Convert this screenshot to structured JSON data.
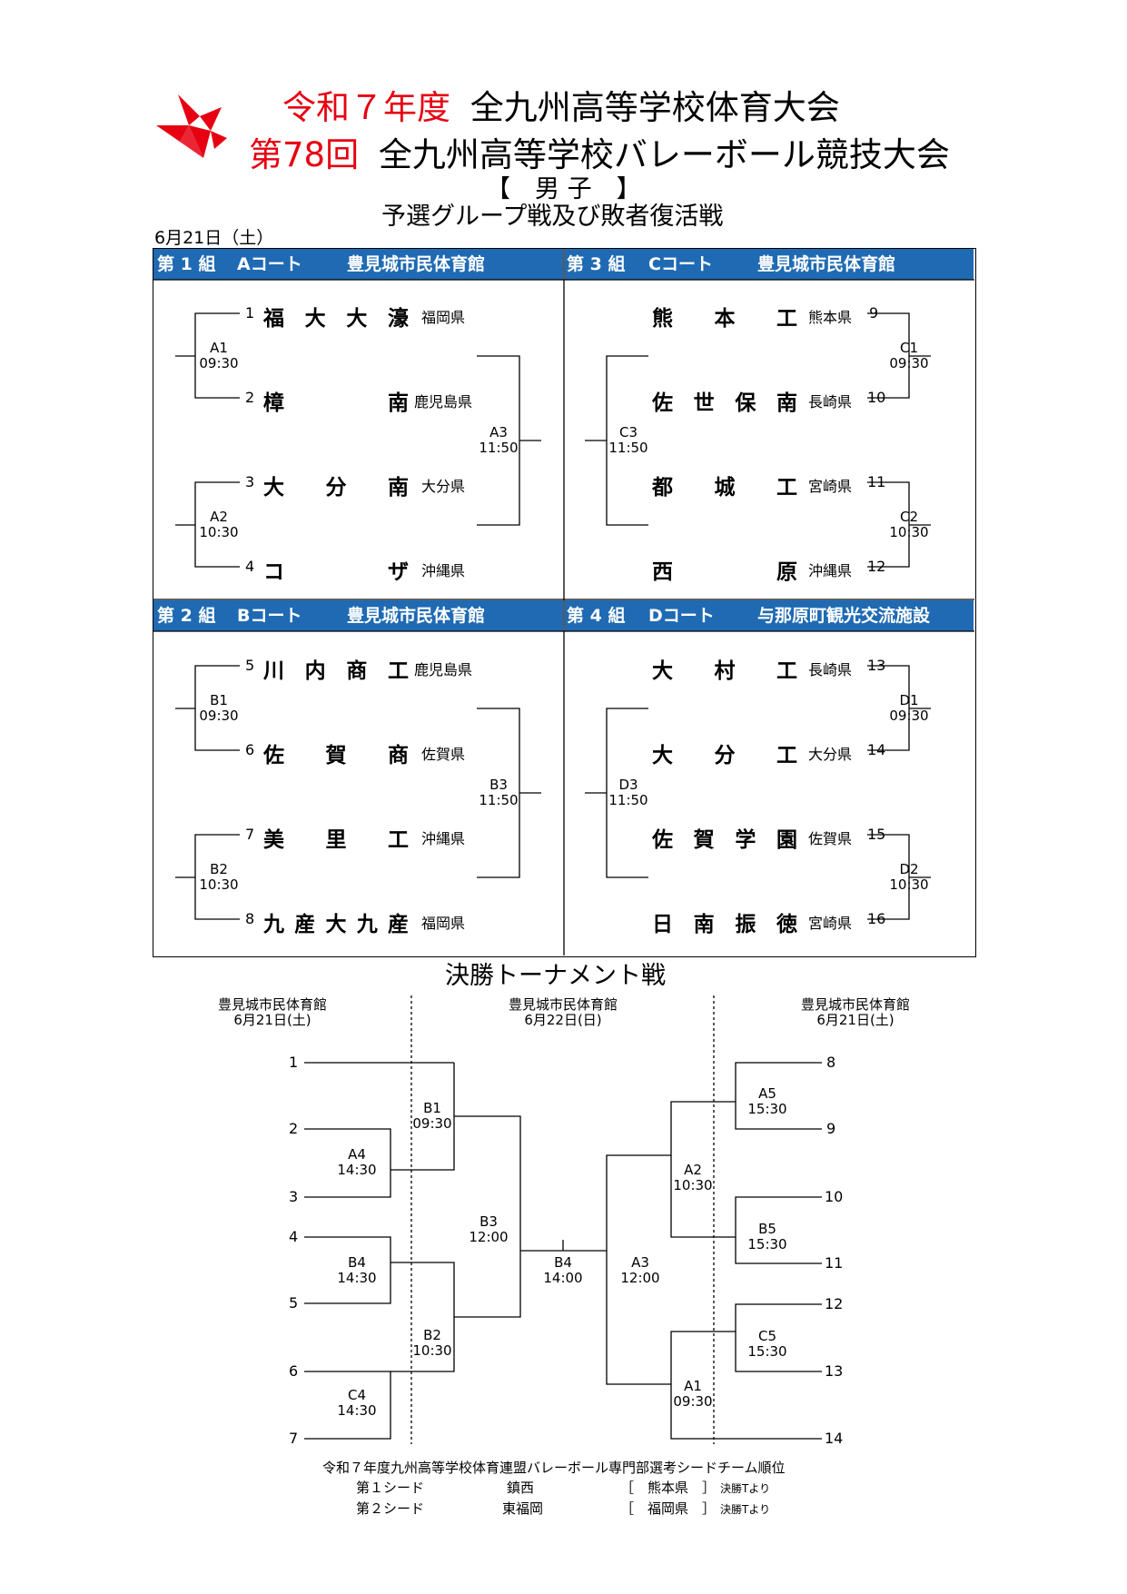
{
  "title": {
    "line1_red": "令和７年度",
    "line1": "全九州高等学校体育大会",
    "line2_red": "第78回",
    "line2": "全九州高等学校バレーボール競技大会",
    "category": "【　男 子　】",
    "stage": "予選グループ戦及び敗者復活戦"
  },
  "date": "6月21日（土）",
  "groups": [
    {
      "header": {
        "group": "第 1 組",
        "court": "Aコート",
        "venue": "豊見城市民体育館"
      },
      "teams": [
        {
          "num": "1",
          "chars": [
            "福",
            "大",
            "大",
            "濠"
          ],
          "pref": "福岡県"
        },
        {
          "num": "2",
          "chars": [
            "樟",
            "",
            "",
            "南"
          ],
          "pref": "鹿児島県"
        },
        {
          "num": "3",
          "chars": [
            "大",
            "分",
            "",
            "南"
          ],
          "pref": "大分県"
        },
        {
          "num": "4",
          "chars": [
            "コ",
            "",
            "",
            "ザ"
          ],
          "pref": "沖縄県"
        }
      ],
      "matches": [
        {
          "code": "A1",
          "time": "09:30"
        },
        {
          "code": "A2",
          "time": "10:30"
        },
        {
          "code": "A3",
          "time": "11:50"
        }
      ]
    },
    {
      "header": {
        "group": "第 3 組",
        "court": "Cコート",
        "venue": "豊見城市民体育館"
      },
      "teams": [
        {
          "num": "9",
          "chars": [
            "熊",
            "",
            "本",
            "工"
          ],
          "pref": "熊本県"
        },
        {
          "num": "10",
          "chars": [
            "佐",
            "世",
            "保",
            "南"
          ],
          "pref": "長崎県"
        },
        {
          "num": "11",
          "chars": [
            "都",
            "",
            "城",
            "工"
          ],
          "pref": "宮崎県"
        },
        {
          "num": "12",
          "chars": [
            "西",
            "",
            "",
            "原"
          ],
          "pref": "沖縄県"
        }
      ],
      "matches": [
        {
          "code": "C1",
          "time": "09:30"
        },
        {
          "code": "C2",
          "time": "10:30"
        },
        {
          "code": "C3",
          "time": "11:50"
        }
      ]
    },
    {
      "header": {
        "group": "第 2 組",
        "court": "Bコート",
        "venue": "豊見城市民体育館"
      },
      "teams": [
        {
          "num": "5",
          "chars": [
            "川",
            "内",
            "商",
            "工"
          ],
          "pref": "鹿児島県"
        },
        {
          "num": "6",
          "chars": [
            "佐",
            "賀",
            "",
            "商"
          ],
          "pref": "佐賀県"
        },
        {
          "num": "7",
          "chars": [
            "美",
            "里",
            "",
            "工"
          ],
          "pref": "沖縄県"
        },
        {
          "num": "8",
          "chars": [
            "九",
            "産",
            "大",
            "九",
            "産"
          ],
          "pref": "福岡県"
        }
      ],
      "matches": [
        {
          "code": "B1",
          "time": "09:30"
        },
        {
          "code": "B2",
          "time": "10:30"
        },
        {
          "code": "B3",
          "time": "11:50"
        }
      ]
    },
    {
      "header": {
        "group": "第 4 組",
        "court": "Dコート",
        "venue": "与那原町観光交流施設"
      },
      "teams": [
        {
          "num": "13",
          "chars": [
            "大",
            "",
            "村",
            "工"
          ],
          "pref": "長崎県"
        },
        {
          "num": "14",
          "chars": [
            "大",
            "",
            "分",
            "工"
          ],
          "pref": "大分県"
        },
        {
          "num": "15",
          "chars": [
            "佐",
            "賀",
            "学",
            "園"
          ],
          "pref": "佐賀県"
        },
        {
          "num": "16",
          "chars": [
            "日",
            "南",
            "振",
            "徳"
          ],
          "pref": "宮崎県"
        }
      ],
      "matches": [
        {
          "code": "D1",
          "time": "09:30"
        },
        {
          "code": "D2",
          "time": "10:30"
        },
        {
          "code": "D3",
          "time": "11:50"
        }
      ]
    }
  ],
  "final": {
    "title": "決勝トーナメント戦",
    "venues": [
      {
        "name": "豊見城市民体育館",
        "date": "6月21日(土)"
      },
      {
        "name": "豊見城市民体育館",
        "date": "6月22日(日)"
      },
      {
        "name": "豊見城市民体育館",
        "date": "6月21日(土)"
      }
    ],
    "left_slots": [
      "1",
      "2",
      "3",
      "4",
      "5",
      "6",
      "7"
    ],
    "right_slots": [
      "8",
      "9",
      "10",
      "11",
      "12",
      "13",
      "14"
    ],
    "matches": {
      "A4": {
        "code": "A4",
        "time": "14:30"
      },
      "B4L": {
        "code": "B4",
        "time": "14:30"
      },
      "C4": {
        "code": "C4",
        "time": "14:30"
      },
      "B1": {
        "code": "B1",
        "time": "09:30"
      },
      "B2": {
        "code": "B2",
        "time": "10:30"
      },
      "B3": {
        "code": "B3",
        "time": "12:00"
      },
      "B4": {
        "code": "B4",
        "time": "14:00"
      },
      "A3": {
        "code": "A3",
        "time": "12:00"
      },
      "A2": {
        "code": "A2",
        "time": "10:30"
      },
      "A1": {
        "code": "A1",
        "time": "09:30"
      },
      "A5": {
        "code": "A5",
        "time": "15:30"
      },
      "B5": {
        "code": "B5",
        "time": "15:30"
      },
      "C5": {
        "code": "C5",
        "time": "15:30"
      }
    }
  },
  "footer": {
    "title": "令和７年度九州高等学校体育連盟バレーボール専門部選考シードチーム順位",
    "seeds": [
      {
        "label": "第１シード",
        "team": "鎮西",
        "pref": "［　熊本県　］",
        "note": "決勝Tより"
      },
      {
        "label": "第２シード",
        "team": "東福岡",
        "pref": "［　福岡県　］",
        "note": "決勝Tより"
      }
    ]
  },
  "colors": {
    "red": "#e60012",
    "header_blue": "#1f6ab3"
  }
}
